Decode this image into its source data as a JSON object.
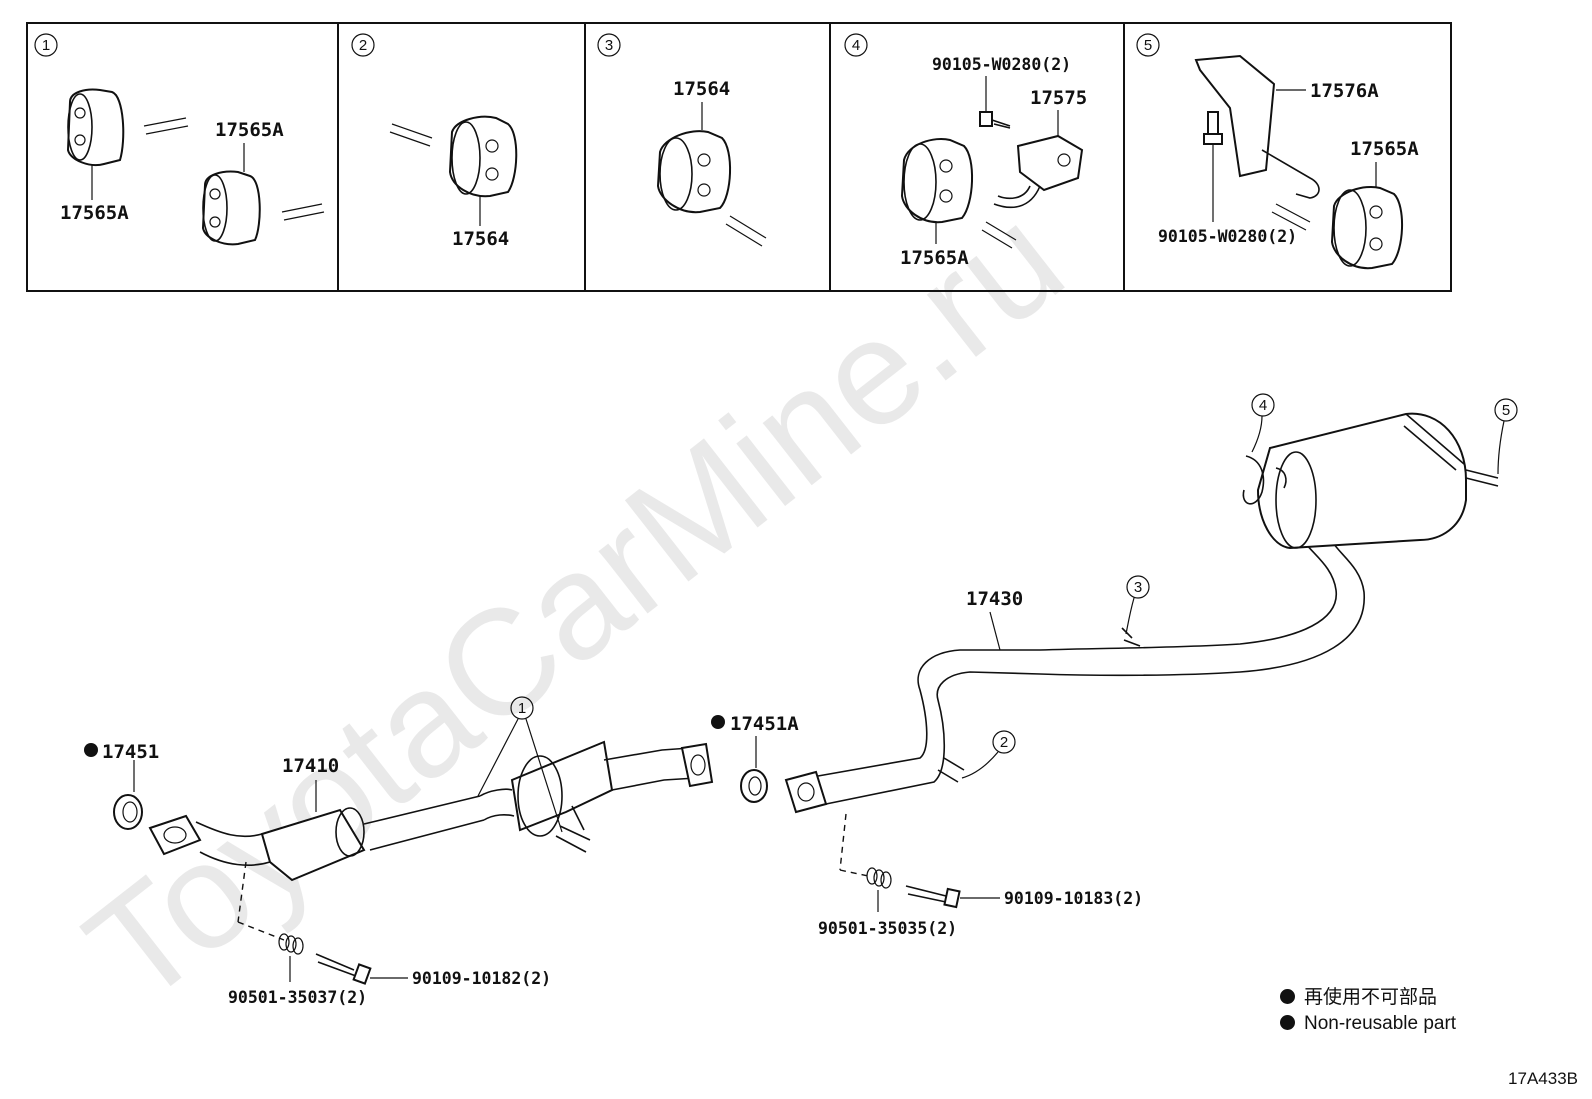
{
  "watermark": "ToyotaCarMine.ru",
  "detail_boxes": [
    {
      "number": "1",
      "labels": [
        "17565A",
        "17565A"
      ]
    },
    {
      "number": "2",
      "labels": [
        "17564"
      ]
    },
    {
      "number": "3",
      "labels": [
        "17564"
      ]
    },
    {
      "number": "4",
      "labels": [
        "90105-W0280(2)",
        "17575",
        "17565A"
      ]
    },
    {
      "number": "5",
      "labels": [
        "17576A",
        "17565A",
        "90105-W0280(2)"
      ]
    }
  ],
  "main_labels": {
    "gasket_front": "17451",
    "gasket_center": "17451A",
    "front_pipe": "17410",
    "tail_pipe": "17430",
    "bolt_front": "90109-10182(2)",
    "spring_front": "90501-35037(2)",
    "bolt_center": "90109-10183(2)",
    "spring_center": "90501-35035(2)"
  },
  "callouts": {
    "c1": "1",
    "c2": "2",
    "c3": "3",
    "c4": "4",
    "c5": "5"
  },
  "legend": {
    "line_jp": "再使用不可部品",
    "line_en": "Non-reusable part"
  },
  "reference_code": "17A433B"
}
